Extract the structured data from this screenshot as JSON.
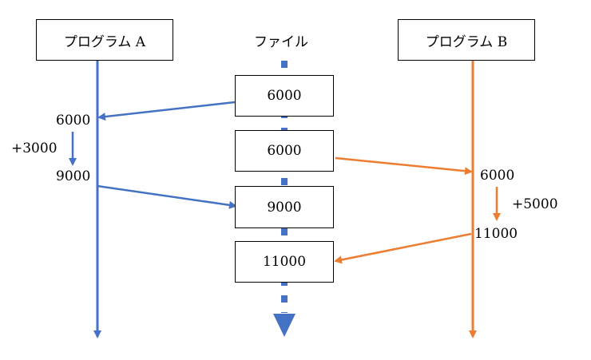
{
  "program_a": {
    "title": "プログラム A",
    "read_value": "6000",
    "delta": "+3000",
    "written_value": "9000"
  },
  "program_b": {
    "title": "プログラム B",
    "read_value": "6000",
    "delta": "+5000",
    "written_value": "11000"
  },
  "file": {
    "title": "ファイル",
    "values": [
      "6000",
      "6000",
      "9000",
      "11000"
    ]
  },
  "colors": {
    "program_a": "#4472C4",
    "program_b": "#ED7D31",
    "file_line": "#4472C4"
  }
}
